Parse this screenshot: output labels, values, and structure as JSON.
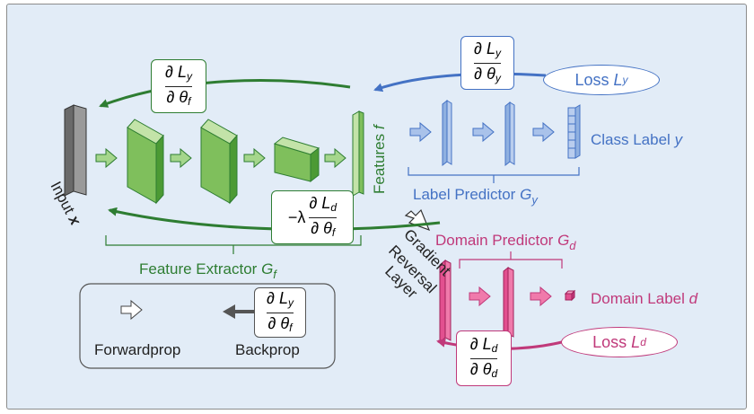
{
  "input_label": "Input",
  "input_var": "x",
  "features_label": "Features",
  "features_var": "f",
  "class_label_text": "Class Label",
  "class_label_var": "y",
  "label_predictor_text": "Label Predictor",
  "label_predictor_var": "G",
  "label_predictor_sub": "y",
  "feature_extractor_text": "Feature Extractor",
  "feature_extractor_var": "G",
  "feature_extractor_sub": "f",
  "domain_predictor_text": "Domain Predictor",
  "domain_predictor_var": "G",
  "domain_predictor_sub": "d",
  "domain_label_text": "Domain Label",
  "domain_label_var": "d",
  "grl": [
    "Gradient",
    "Reversal",
    "Layer"
  ],
  "loss_y": {
    "text": "Loss",
    "var": "L",
    "sub": "y"
  },
  "loss_d": {
    "text": "Loss",
    "var": "L",
    "sub": "d"
  },
  "partial": "∂",
  "lambda_prefix": "−λ",
  "grad_fe": {
    "num_var": "L",
    "num_sub": "y",
    "den_var": "θ",
    "den_sub": "f"
  },
  "grad_fe_rev": {
    "num_var": "L",
    "num_sub": "d",
    "den_var": "θ",
    "den_sub": "f"
  },
  "grad_lp": {
    "num_var": "L",
    "num_sub": "y",
    "den_var": "θ",
    "den_sub": "y"
  },
  "grad_dp": {
    "num_var": "L",
    "num_sub": "d",
    "den_var": "θ",
    "den_sub": "d"
  },
  "legend": {
    "forward_label": "Forwardprop",
    "backward_label": "Backprop",
    "grad": {
      "num_var": "L",
      "num_sub": "y",
      "den_var": "θ",
      "den_sub": "f"
    }
  },
  "colors": {
    "background": "#e2ecf7",
    "feature_green": "#2e7d32",
    "label_blue": "#4472c4",
    "domain_pink": "#c0397a"
  }
}
